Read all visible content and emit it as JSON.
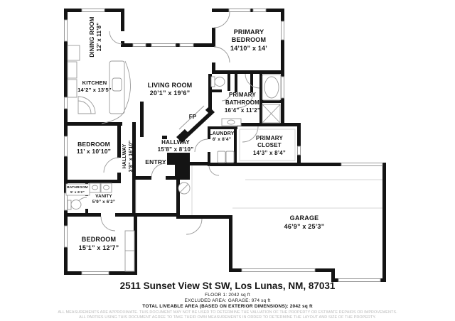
{
  "colors": {
    "wall": "#141414",
    "fixture": "#9a9a9a",
    "faint": "#d6d6d6",
    "label": "#151515",
    "disclaimer": "#b9b9b9"
  },
  "rooms": {
    "dining": {
      "lines": [
        "DINING ROOM",
        "12’ x 11’8”"
      ]
    },
    "kitchen": {
      "lines": [
        "KITCHEN",
        "14’2” x 13’5”"
      ]
    },
    "living": {
      "lines": [
        "LIVING ROOM",
        "20’1” x 19’6”"
      ]
    },
    "primary_bedroom": {
      "lines": [
        "PRIMARY",
        "BEDROOM",
        "14’10” x 14’"
      ]
    },
    "primary_bathroom": {
      "lines": [
        "PRIMARY",
        "BATHROOM",
        "16’4” x 11’2”"
      ]
    },
    "laundry": {
      "lines": [
        "LAUNDRY",
        "6’ x 8’4”"
      ]
    },
    "primary_closet": {
      "lines": [
        "PRIMARY",
        "CLOSET",
        "14’3” x 8’4”"
      ]
    },
    "hallway_main": {
      "lines": [
        "HALLWAY",
        "15’8” x 8’10”"
      ]
    },
    "hallway_side": {
      "lines": [
        "HALLWAY",
        "3’8” x 16’10”"
      ]
    },
    "entry": {
      "lines": [
        "ENTRY"
      ]
    },
    "fireplace": {
      "lines": [
        "FP"
      ]
    },
    "bedroom_west": {
      "lines": [
        "BEDROOM",
        "11’ x 10’10”"
      ]
    },
    "bathroom_small": {
      "lines": [
        "BATHROOM",
        "5’ x 6’2”"
      ]
    },
    "vanity": {
      "lines": [
        "VANITY",
        "5’9” x 6’2”"
      ]
    },
    "bedroom_south": {
      "lines": [
        "BEDROOM",
        "15’1” x 12’7”"
      ]
    },
    "garage": {
      "lines": [
        "GARAGE",
        "46’9” x 25’3”"
      ]
    }
  },
  "footer": {
    "address": "2511 Sunset View St SW, Los Lunas, NM, 87031",
    "floor": "FLOOR 1: 2042 sq ft",
    "excluded": "EXCLUDED AREA: GARAGE: 974 sq ft",
    "total": "TOTAL LIVEABLE AREA (BASED ON EXTERIOR DIMENSIONS): 2042 sq ft",
    "disclaimer1": "ALL MEASUREMENTS ARE APPROXIMATE. THIS DOCUMENT MAY NOT BE USED TO DETERMINE THE VALUATION OF THE PROPERTY OR ESTIMATE REPAIRS OR IMPROVEMENTS.",
    "disclaimer2": "ALL PARTIES USING THIS DOCUMENT AGREE TO TAKE THEIR OWN MEASUREMENTS IN ORDER TO DETERMINE THE LAYOUT AND SIZE OF THE PROPERTY."
  }
}
